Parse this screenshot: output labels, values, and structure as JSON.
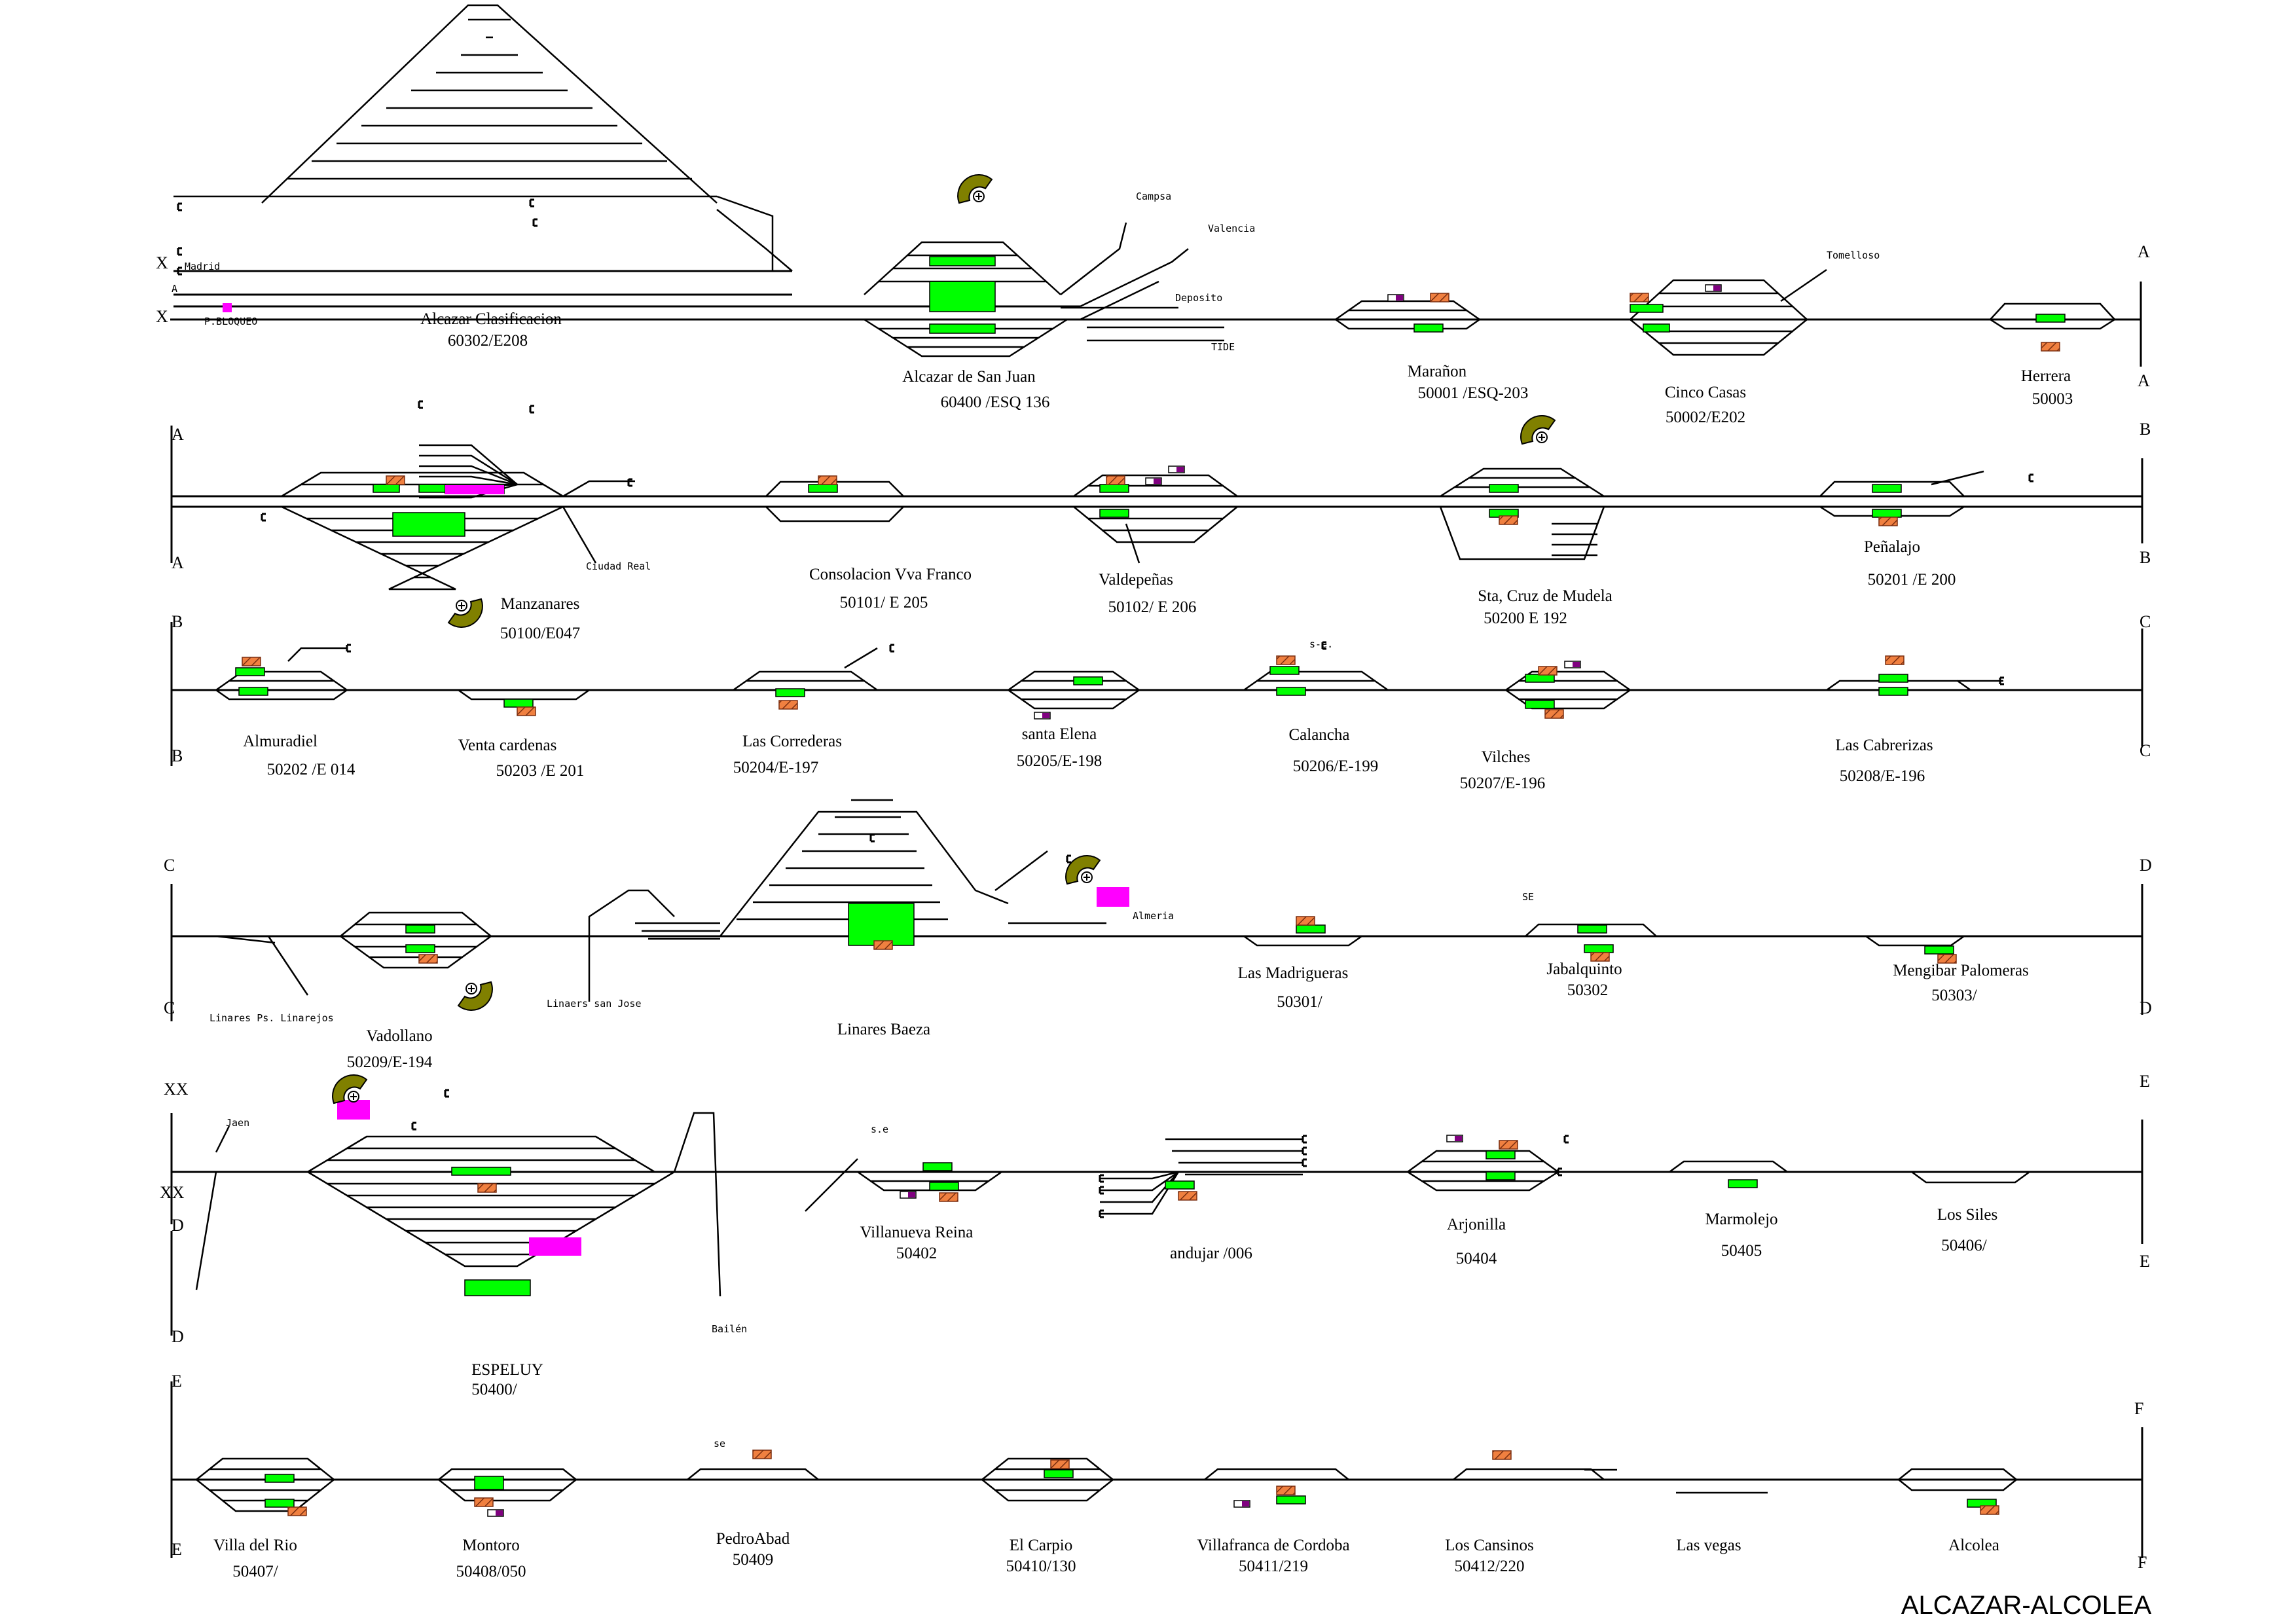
{
  "title": "ALCAZAR-ALCOLEA",
  "colors": {
    "line": "#000000",
    "platform": "#00ff00",
    "building": "#f08040",
    "block": "#ff00ff",
    "turntable": "#808000",
    "signal": "#800080"
  },
  "row_markers": [
    {
      "id": "x-left-1",
      "text": "X"
    },
    {
      "id": "x-left-2",
      "text": "X"
    },
    {
      "id": "a-right-1",
      "text": "A"
    },
    {
      "id": "a-right-2",
      "text": "A"
    },
    {
      "id": "a-left-1",
      "text": "A"
    },
    {
      "id": "a-left-2",
      "text": "A"
    },
    {
      "id": "b-right-1",
      "text": "B"
    },
    {
      "id": "b-right-2",
      "text": "B"
    },
    {
      "id": "b-left-1",
      "text": "B"
    },
    {
      "id": "b-left-2",
      "text": "B"
    },
    {
      "id": "c-right-1",
      "text": "C"
    },
    {
      "id": "c-right-2",
      "text": "C"
    },
    {
      "id": "c-left-1",
      "text": "C"
    },
    {
      "id": "c-left-2",
      "text": "C"
    },
    {
      "id": "d-right-1",
      "text": "D"
    },
    {
      "id": "d-right-2",
      "text": "D"
    },
    {
      "id": "xx-left-1",
      "text": "XX"
    },
    {
      "id": "xx-left-2",
      "text": "XX"
    },
    {
      "id": "d-left-1",
      "text": "D"
    },
    {
      "id": "d-left-2",
      "text": "D"
    },
    {
      "id": "e-right-1",
      "text": "E"
    },
    {
      "id": "e-right-2",
      "text": "E"
    },
    {
      "id": "e-left-1",
      "text": "E"
    },
    {
      "id": "e-left-2",
      "text": "E"
    },
    {
      "id": "f-right-1",
      "text": "F"
    },
    {
      "id": "f-right-2",
      "text": "F"
    }
  ],
  "small_labels": [
    {
      "id": "madrid",
      "text": "Madrid"
    },
    {
      "id": "a-arrow",
      "text": "A"
    },
    {
      "id": "p-bloqueo",
      "text": "P.BLOQUEO"
    },
    {
      "id": "campsa",
      "text": "Campsa"
    },
    {
      "id": "valencia",
      "text": "Valencia"
    },
    {
      "id": "deposito",
      "text": "Deposito"
    },
    {
      "id": "tide",
      "text": "TIDE"
    },
    {
      "id": "tomelloso",
      "text": "Tomelloso"
    },
    {
      "id": "ciudad-real",
      "text": "Ciudad Real"
    },
    {
      "id": "s-e-calancha",
      "text": "s-e."
    },
    {
      "id": "almeria",
      "text": "Almeria"
    },
    {
      "id": "se-jabalquinto",
      "text": "SE"
    },
    {
      "id": "linares-ps",
      "text": "Linares Ps. Linarejos"
    },
    {
      "id": "linares-sj",
      "text": "Linaers san Jose"
    },
    {
      "id": "jaen",
      "text": "Jaen"
    },
    {
      "id": "s-e-villanueva",
      "text": "s.e"
    },
    {
      "id": "bailen",
      "text": "Bailén"
    },
    {
      "id": "se-pedroabad",
      "text": "se"
    }
  ],
  "stations": [
    {
      "id": "alcazar-clasificacion",
      "name": "Alcazar Clasificacion",
      "code": "60302/E208"
    },
    {
      "id": "alcazar-san-juan",
      "name": "Alcazar de San Juan",
      "code": "60400     /ESQ 136"
    },
    {
      "id": "maranon",
      "name": "Marañon",
      "code": "50001    /ESQ-203"
    },
    {
      "id": "cinco-casas",
      "name": "Cinco Casas",
      "code": "50002/E202"
    },
    {
      "id": "herrera",
      "name": "Herrera",
      "code": "50003"
    },
    {
      "id": "manzanares",
      "name": "Manzanares",
      "code": "50100/E047"
    },
    {
      "id": "consolacion",
      "name": "Consolacion Vva Franco",
      "code": "50101/    E 205"
    },
    {
      "id": "valdepenas",
      "name": "Valdepeñas",
      "code": "50102/    E 206"
    },
    {
      "id": "sta-cruz",
      "name": "Sta, Cruz de Mudela",
      "code": "50200   E 192"
    },
    {
      "id": "penalajo",
      "name": "Peñalajo",
      "code": "50201    /E 200"
    },
    {
      "id": "almuradiel",
      "name": "Almuradiel",
      "code": "50202    /E 014"
    },
    {
      "id": "venta-cardenas",
      "name": "Venta cardenas",
      "code": "50203    /E 201"
    },
    {
      "id": "las-correderas",
      "name": "Las Correderas",
      "code": "50204/E-197"
    },
    {
      "id": "santa-elena",
      "name": "santa Elena",
      "code": "50205/E-198"
    },
    {
      "id": "calancha",
      "name": "Calancha",
      "code": "50206/E-199"
    },
    {
      "id": "vilches",
      "name": "Vilches",
      "code": "50207/E-196"
    },
    {
      "id": "las-cabrerizas",
      "name": "Las Cabrerizas",
      "code": "50208/E-196"
    },
    {
      "id": "vadollano",
      "name": "Vadollano",
      "code": "50209/E-194"
    },
    {
      "id": "linares-baeza",
      "name": "Linares Baeza",
      "code": ""
    },
    {
      "id": "las-madrigueras",
      "name": "Las Madrigueras",
      "code": "50301/"
    },
    {
      "id": "jabalquinto",
      "name": "Jabalquinto",
      "code": "50302"
    },
    {
      "id": "mengibar",
      "name": "Mengibar Palomeras",
      "code": "50303/"
    },
    {
      "id": "villanueva-reina",
      "name": "Villanueva Reina",
      "code": "50402"
    },
    {
      "id": "andujar",
      "name": "andujar    /006",
      "code": ""
    },
    {
      "id": "arjonilla",
      "name": "Arjonilla",
      "code": "50404"
    },
    {
      "id": "marmolejo",
      "name": "Marmolejo",
      "code": "50405"
    },
    {
      "id": "los-siles",
      "name": "Los Siles",
      "code": "50406/"
    },
    {
      "id": "espeluy",
      "name": "ESPELUY",
      "code": "50400/"
    },
    {
      "id": "villa-del-rio",
      "name": "Villa del Rio",
      "code": "50407/"
    },
    {
      "id": "montoro",
      "name": "Montoro",
      "code": "50408/050"
    },
    {
      "id": "pedroabad",
      "name": "PedroAbad",
      "code": "50409"
    },
    {
      "id": "el-carpio",
      "name": "El Carpio",
      "code": "50410/130"
    },
    {
      "id": "villafranca",
      "name": "Villafranca de Cordoba",
      "code": "50411/219"
    },
    {
      "id": "los-cansinos",
      "name": "Los Cansinos",
      "code": "50412/220"
    },
    {
      "id": "las-vegas",
      "name": "Las vegas",
      "code": ""
    },
    {
      "id": "alcolea",
      "name": "Alcolea",
      "code": ""
    }
  ]
}
